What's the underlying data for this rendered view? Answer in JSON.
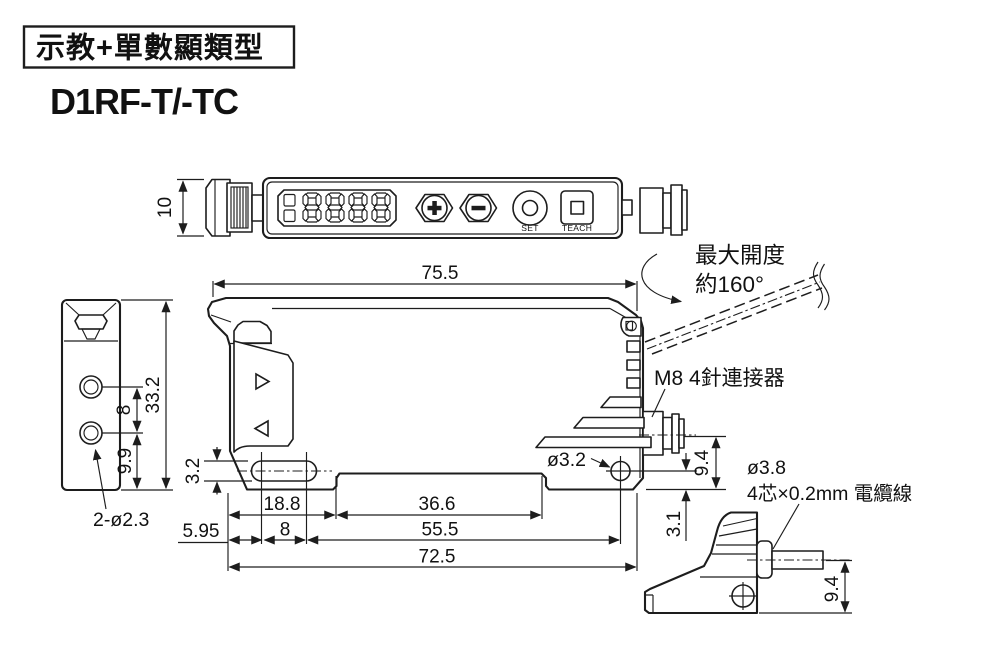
{
  "header": {
    "type_label": "示教+單數顯類型",
    "model": "D1RF-T/-TC"
  },
  "top_view": {
    "height": "10",
    "set": "SET",
    "teach": "TEACH"
  },
  "front_view": {
    "overall_width": "75.5",
    "mount_width": "72.5",
    "hole_span": "55.5",
    "rail_width": "36.6",
    "slot_span": "18.8",
    "edge_offset": "5.95",
    "slot_pitch": "8",
    "slot_height": "3.2",
    "hole_dia": "ø3.2",
    "hole_bottom_offset": "3.1",
    "connector_center_height": "9.4"
  },
  "end_view": {
    "height": "33.2",
    "hole_pitch": "8",
    "hole_bottom": "9.9",
    "holes_label": "2-ø2.3"
  },
  "callouts": {
    "max_open_1": "最大開度",
    "max_open_2": "約160°",
    "m8": "M8 4針連接器",
    "cable_dia": "ø3.8",
    "cable_spec": "4芯×0.2mm 電纜線",
    "cable_height": "9.4"
  }
}
